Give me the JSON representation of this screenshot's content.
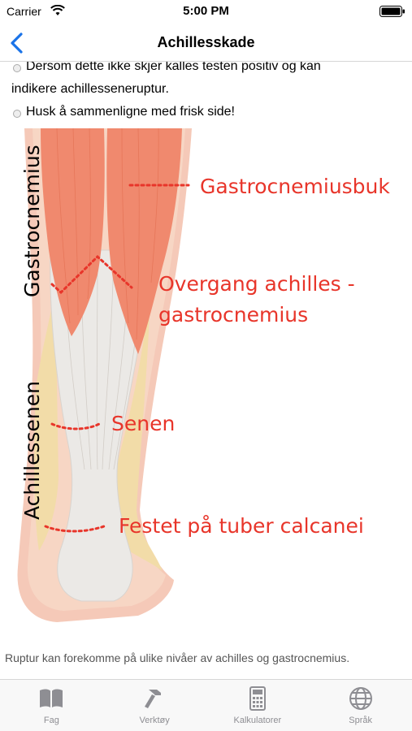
{
  "status_bar": {
    "carrier": "Carrier",
    "time": "5:00 PM"
  },
  "nav": {
    "title": "Achillesskade",
    "back_icon": "chevron-left-icon"
  },
  "content": {
    "bullets": [
      "Dersom dette ikke skjer kalles testen positiv og kan",
      "indikere achillesseneruptur.",
      "Husk å sammenligne med frisk side!"
    ],
    "illustration": {
      "vertical_labels": [
        "Gastrocnemius",
        "Achillessenen"
      ],
      "annotations": [
        "Gastrocnemiusbuk",
        "Overgang achilles -",
        "gastrocnemius",
        "Senen",
        "Festet på tuber calcanei"
      ]
    },
    "caption": "Ruptur kan forekomme på ulike nivåer av achilles og gastrocnemius."
  },
  "tabs": [
    {
      "label": "Fag",
      "icon": "book-icon",
      "active": false
    },
    {
      "label": "Verktøy",
      "icon": "hammer-icon",
      "active": false
    },
    {
      "label": "Kalkulatorer",
      "icon": "calculator-icon",
      "active": false
    },
    {
      "label": "Språk",
      "icon": "globe-icon",
      "active": false
    }
  ],
  "colors": {
    "accent": "#1a73e8",
    "annotation_red": "#e8352a",
    "muscle": "#f0896e",
    "tendon": "#ebe9e6",
    "skin": "#f5c9b8",
    "fat": "#f2dca8",
    "tab_inactive": "#8e8e93"
  }
}
